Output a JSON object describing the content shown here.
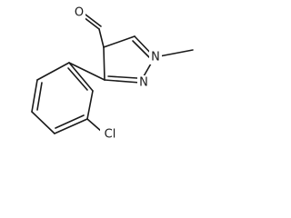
{
  "atoms": {
    "O": "O",
    "N1": "N",
    "N2": "N",
    "Cl": "Cl"
  },
  "colors": {
    "ink": "#1a1a1a",
    "background": "#ffffff"
  }
}
